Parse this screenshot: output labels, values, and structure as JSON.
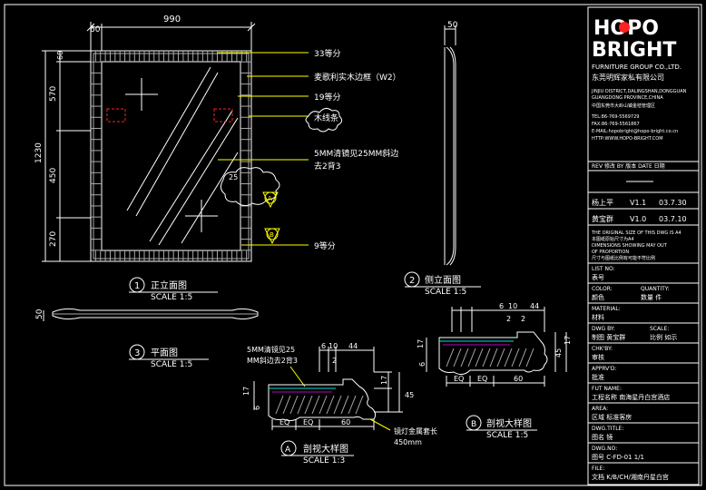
{
  "dims": {
    "top_width": "990",
    "top_left": "60",
    "left_top": "60",
    "left_570": "570",
    "left_total": "1230",
    "left_450": "450",
    "left_270": "270",
    "side_width": "50",
    "plan_thickness": "50"
  },
  "annotations": {
    "a1": "33等分",
    "a2": "麦歌利实木边框（W2）",
    "a3": "19等分",
    "a4": "木线条",
    "a5": "5MM清镜见25MM斜边",
    "a5b": "去2背3",
    "a6": "9等分",
    "r25": "25",
    "mark_a": "A",
    "mark_b": "B"
  },
  "views": {
    "front": {
      "num": "1",
      "title": "正立面图",
      "scale": "SCALE 1:5"
    },
    "side": {
      "num": "2",
      "title": "侧立面图",
      "scale": "SCALE 1:5"
    },
    "plan": {
      "num": "3",
      "title": "平面图",
      "scale": "SCALE 1:5"
    },
    "detail_a": {
      "num": "A",
      "title": "剖视大样图",
      "scale": "SCALE 1:3"
    },
    "detail_b": {
      "num": "B",
      "title": "剖视大样图",
      "scale": "SCALE 1:5"
    }
  },
  "detail_a": {
    "glass_note": "5MM清镜见25",
    "glass_note2": "MM斜边去2背3",
    "d6": "6",
    "d10": "10",
    "d44": "44",
    "d17": "17",
    "d45": "45",
    "d2": "2",
    "v17": "17",
    "v6": "6",
    "b_eq1": "EQ",
    "b_eq2": "EQ",
    "b60": "60",
    "hardware": "镜灯金属套长",
    "hardware2": "450mm"
  },
  "detail_b": {
    "d6": "6",
    "d10": "10",
    "d44": "44",
    "d2a": "2",
    "d2b": "2",
    "v17": "17",
    "v6": "6",
    "v45": "45",
    "v17b": "17",
    "b_eq1": "EQ",
    "b_eq2": "EQ",
    "b60": "60"
  },
  "title_block": {
    "logo_line1": "HOPO",
    "logo_line2": "BRIGHT",
    "group": "FURNITURE GROUP CO.,LTD.",
    "company_cn": "东莞明辉家私有限公司",
    "addr1": "JINJIU DISTRICT,DALINGSHAN,DONGGUAN",
    "addr2": "GUANGDONG PROVINCE,CHINA",
    "addr_cn": "中国东莞市大岭山镇金桔管理区",
    "tel": "TEL:86-769-5569729",
    "fax": "FAX:86-769-5561867",
    "email": "E-MAIL:hopobright@hopo-bright.co.cn",
    "http": "HTTP:WWW.HOPO-BRIGHT.COM",
    "rev_header": "REV  修改    BY 版本   DATE 日期",
    "rev1_by": "杨上平",
    "rev1_ver": "V1.1",
    "rev1_date": "03.7.30",
    "rev2_by": "黄宝群",
    "rev2_ver": "V1.0",
    "rev2_date": "03.7.10",
    "note1": "THE ORIGINAL SIZE OF THIS DWG IS A4",
    "note2": "本图纸原始尺寸为A4",
    "note3": "DIMENSIONS SHOWING MAY OUT",
    "note4": "OF PROPORTION",
    "note5": "尺寸与图纸比例有可能不符比例",
    "list_no_label": "LIST NO:",
    "list_no_value": "表号",
    "color_label": "COLOR:",
    "color_value": "颜色",
    "quantity_label": "QUANTITY:",
    "quantity_value": "数量  件",
    "material_label": "MATERIAL:",
    "material_value": "材料",
    "dwg_by_label": "DWG BY:",
    "dwg_by_value": "制图    黄宝群",
    "scale_label": "SCALE:",
    "scale_value": "比例  如示",
    "chk_label": "CHK'BY:",
    "chk_value": "审核",
    "apprv_label": "APPRV'D:",
    "apprv_value": "批准",
    "fut_label": "FUT NAME:",
    "fut_value": "工程名称      南海星丹白宫酒店",
    "area_label": "AREA:",
    "area_value": "区域      标准客房",
    "dwg_title_label": "DWG.TITLE:",
    "dwg_title_value": "图名          镜",
    "dwg_no_label": "DWG.NO:",
    "dwg_no_value": "图号     C-FD-01        1/1",
    "file_label": "FILE:",
    "file_value": "文档   K/B/CH/湘南丹星白宫"
  }
}
